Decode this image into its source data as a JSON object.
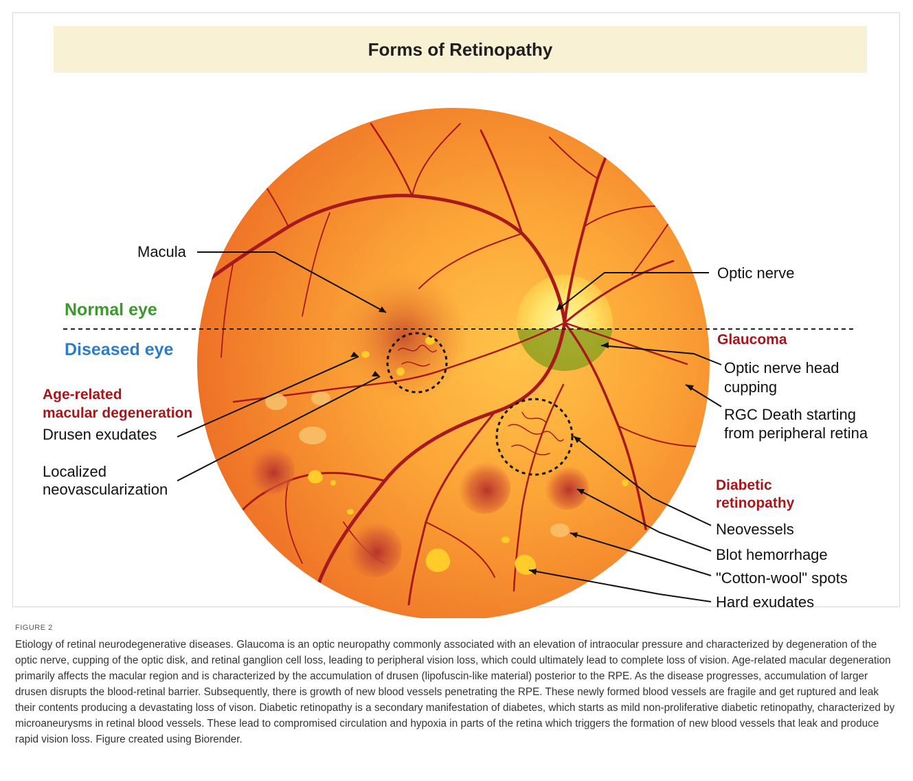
{
  "title": "Forms of Retinopathy",
  "labels": {
    "macula": "Macula",
    "optic_nerve": "Optic nerve",
    "normal_eye": "Normal eye",
    "diseased_eye": "Diseased eye",
    "glaucoma": "Glaucoma",
    "amd_line1": "Age-related",
    "amd_line2": "macular degeneration",
    "drusen": "Drusen exudates",
    "neovasc_line1": "Localized",
    "neovasc_line2": "neovascularization",
    "cupping_line1": "Optic nerve head",
    "cupping_line2": "cupping",
    "rgc_line1": "RGC Death starting",
    "rgc_line2": "from peripheral retina",
    "dr_line1": "Diabetic",
    "dr_line2": "retinopathy",
    "neovessels": "Neovessels",
    "blot": "Blot hemorrhage",
    "cotton": "\"Cotton-wool\" spots",
    "hard": "Hard exudates"
  },
  "figure_label": "FIGURE 2",
  "caption": "Etiology of retinal neurodegenerative diseases. Glaucoma is an optic neuropathy commonly associated with an elevation of intraocular pressure and characterized by degeneration of the optic nerve, cupping of the optic disk, and retinal ganglion cell loss, leading to peripheral vision loss, which could ultimately lead to complete loss of vision. Age-related macular degeneration primarily affects the macular region and is characterized by the accumulation of drusen (lipofuscin-like material) posterior to the RPE. As the disease progresses, accumulation of larger drusen disrupts the blood-retinal barrier. Subsequently, there is growth of new blood vessels penetrating the RPE. These newly formed blood vessels are fragile and get ruptured and leak their contents producing a devastating loss of vison. Diabetic retinopathy is a secondary manifestation of diabetes, which starts as mild non-proliferative diabetic retinopathy, characterized by microaneurysms in retinal blood vessels. These lead to compromised circulation and hypoxia in parts of the retina which triggers the formation of new blood vessels that leak and produce rapid vision loss. Figure created using Biorender.",
  "colors": {
    "retina_center": "#ffb23a",
    "retina_edge": "#ee7226",
    "vessel": "#a8191d",
    "normal_label": "#3a9a2a",
    "diseased_label": "#2e7dc3",
    "disease_label": "#a8161a",
    "banner": "#f8f1d4"
  }
}
